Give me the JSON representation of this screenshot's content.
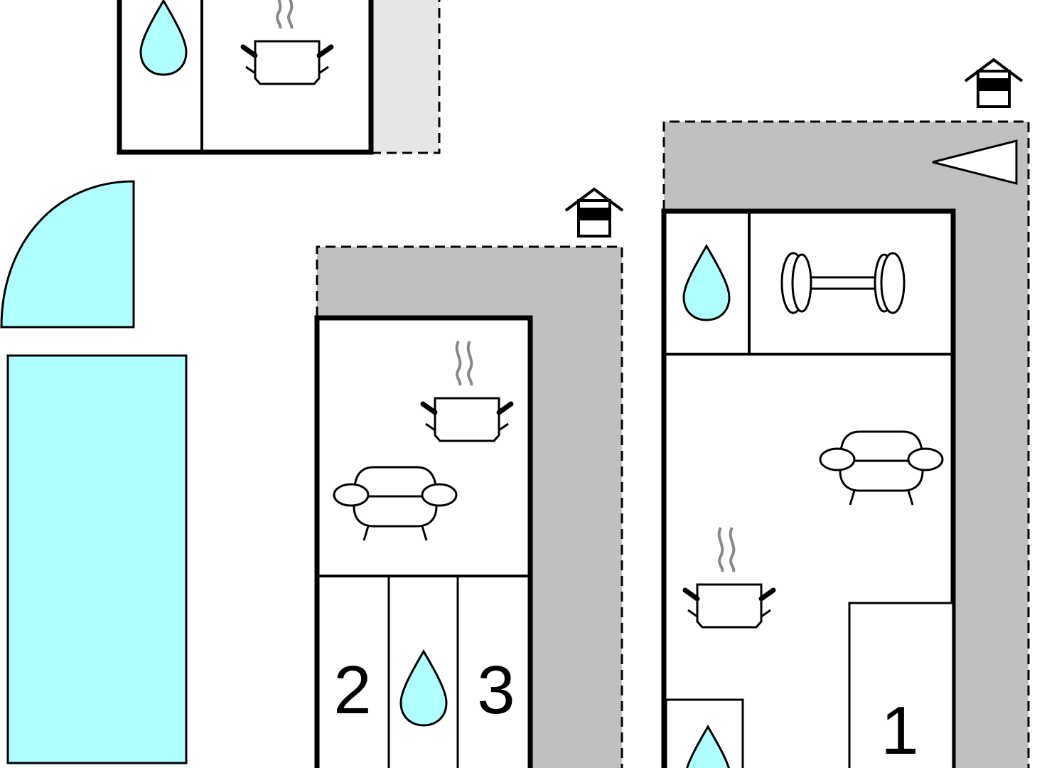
{
  "colors": {
    "water": "#b0ffff",
    "terrace": "#c0c0c0",
    "terrace_light": "#e6e6e6",
    "wall": "#000000",
    "steam": "#888888",
    "background": "#ffffff"
  },
  "labels": {
    "bedroom_1": "1",
    "bedroom_2": "2",
    "bedroom_3": "3"
  },
  "icons": [
    "water-drop-icon",
    "cooking-pot-icon",
    "sofa-icon",
    "dumbbell-icon",
    "entrance-house-icon",
    "north-arrow-icon"
  ]
}
